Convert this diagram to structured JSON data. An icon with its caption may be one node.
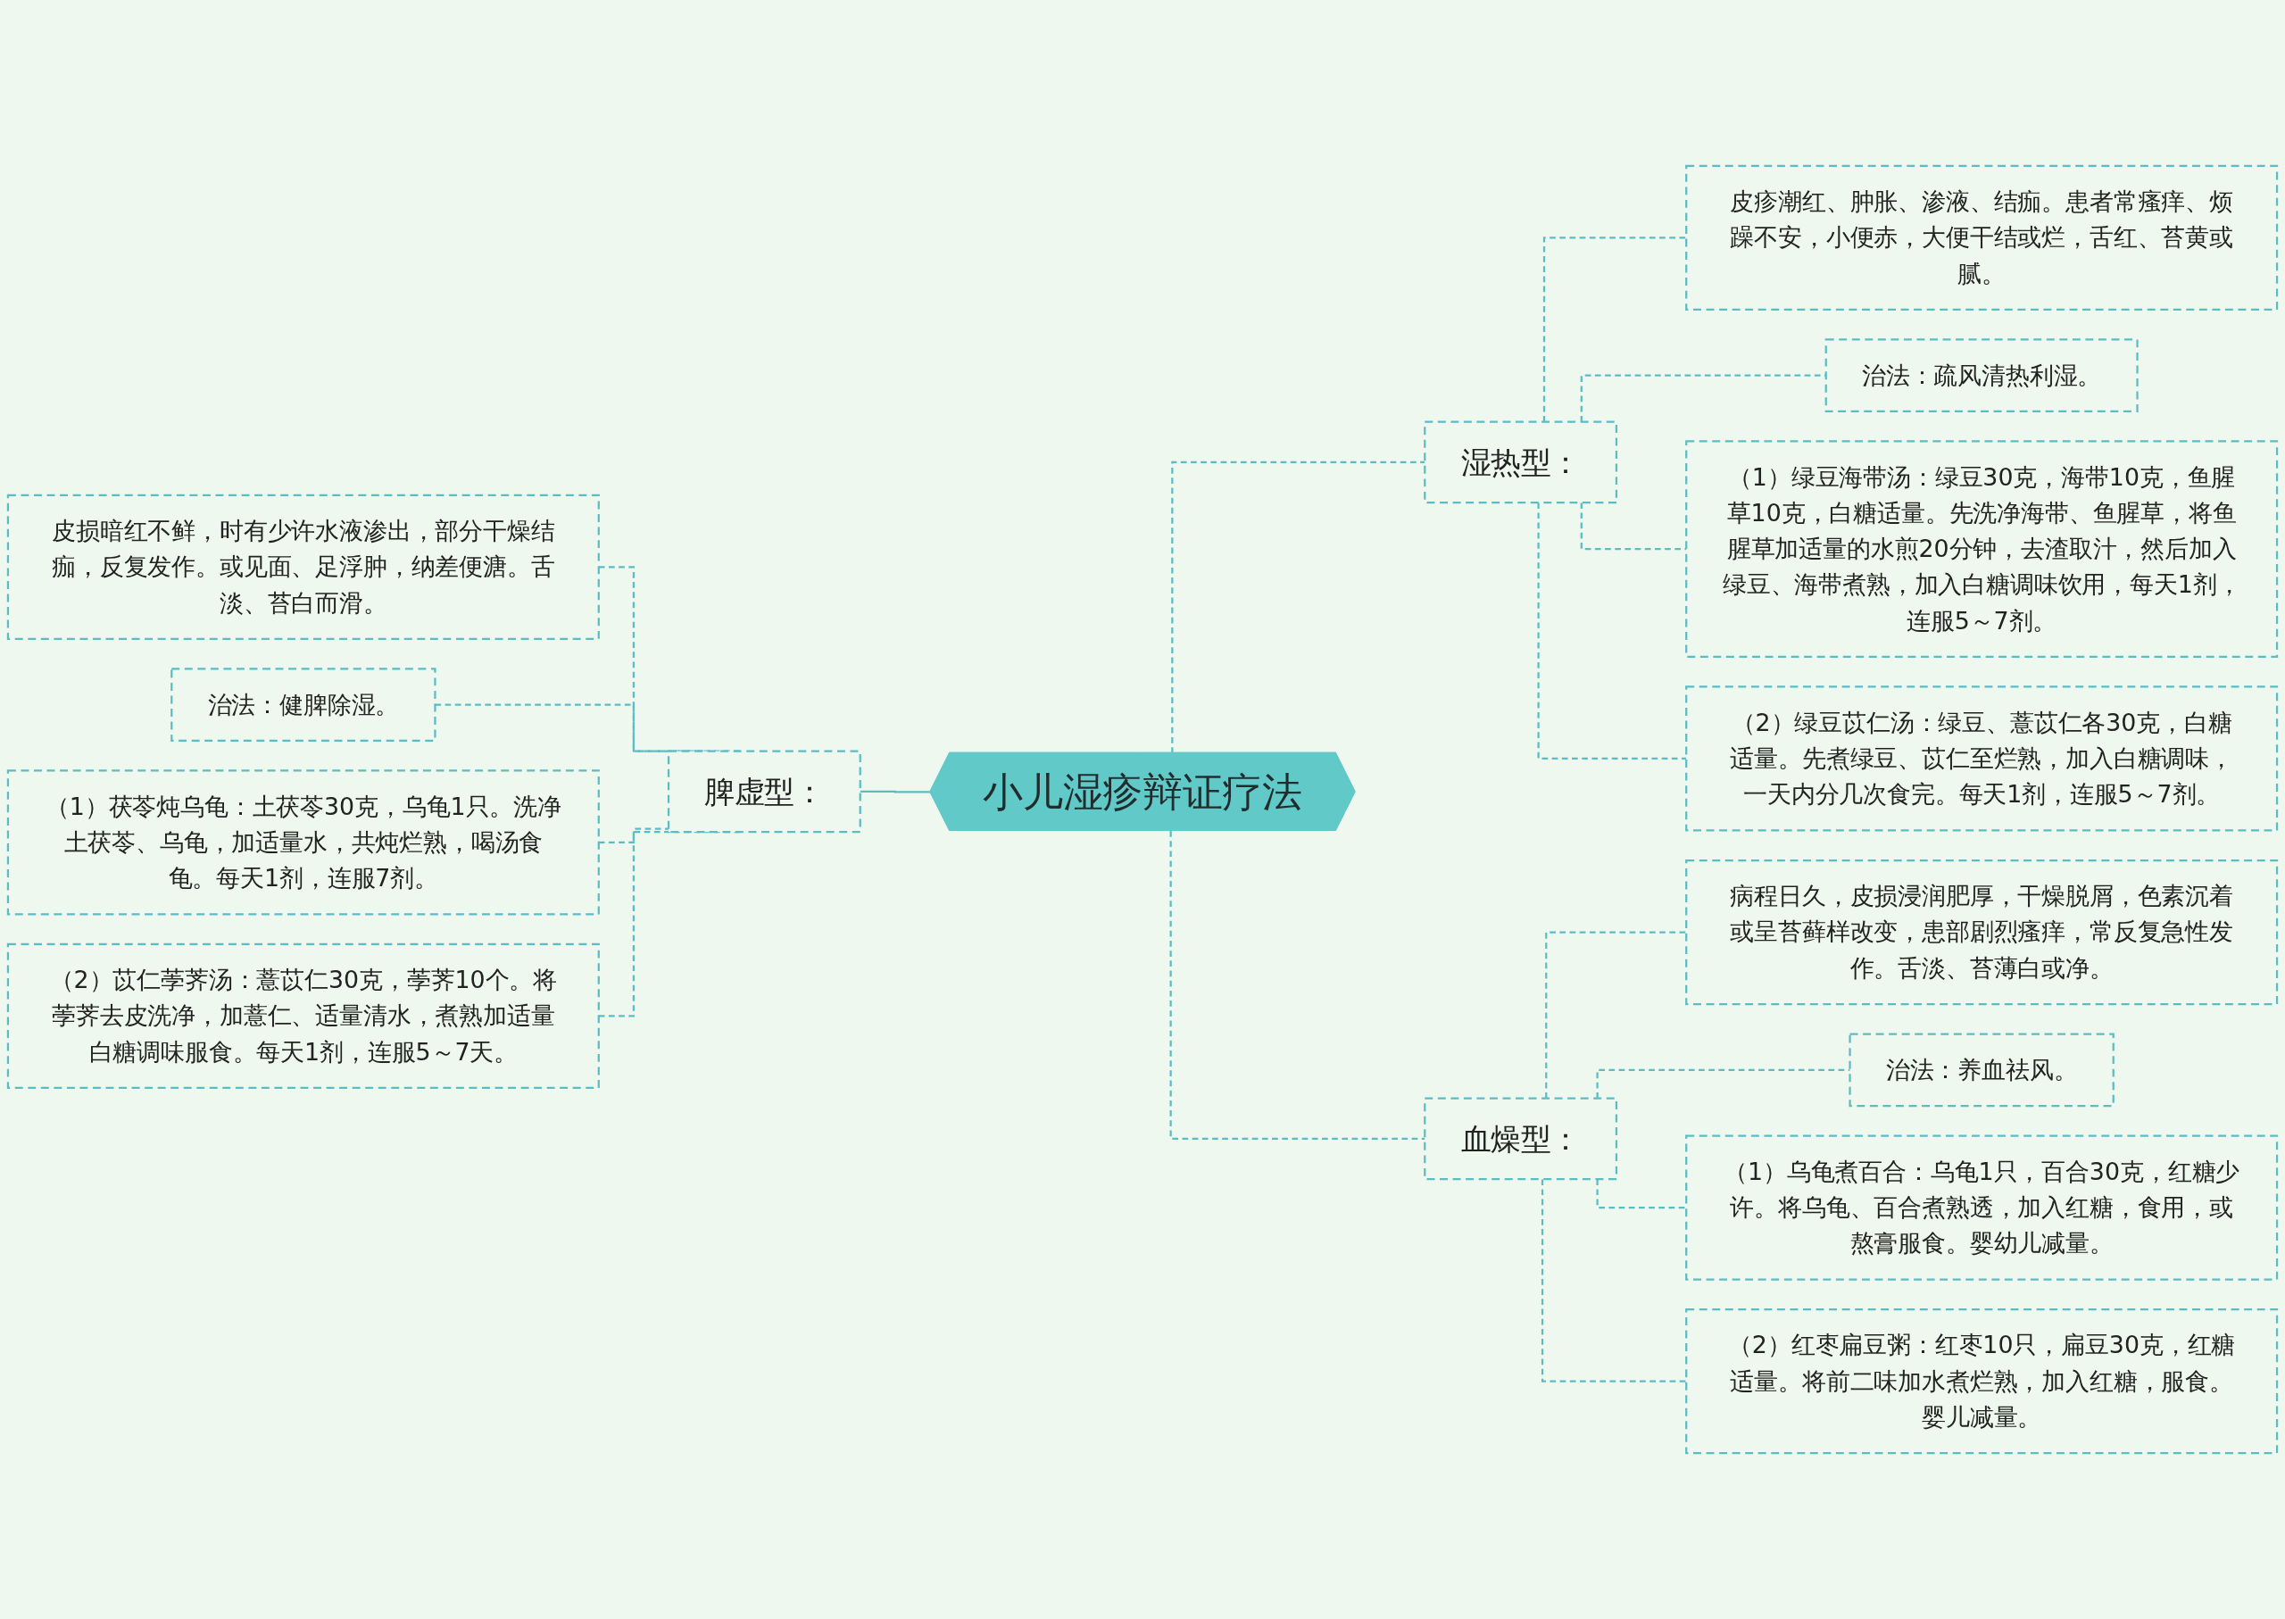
{
  "diagram": {
    "nodes": [
      {
        "text": [
          "小儿湿疹辩证疗法"
        ]
      },
      {
        "text": [
          "脾虚型："
        ]
      },
      {
        "text": [
          "皮损暗红不鲜，时有少许水液渗出，部分干燥结痂，反复发作。或见面、足浮肿，纳差便溏。舌淡、苔白而滑。"
        ]
      },
      {
        "text": [
          "治法：健脾除湿。"
        ]
      },
      {
        "text": [
          "（1）茯苓炖乌龟：土茯苓30克，乌龟1只。洗净土茯苓、乌龟，加适量水，共炖烂熟，喝汤食龟。每天1剂，连服7剂。"
        ]
      },
      {
        "text": [
          "（2）苡仁荸荠汤：薏苡仁30克，荸荠10个。将荸荠去皮洗净，加薏仁、适量清水，煮熟加适量白糖调味服食。每天1剂，连服5～7天。"
        ]
      },
      {
        "text": [
          "湿热型："
        ]
      },
      {
        "text": [
          "皮疹潮红、肿胀、渗液、结痂。患者常瘙痒、烦躁不安，小便赤，大便干结或烂，舌红、苔黄或腻。"
        ]
      },
      {
        "text": [
          "治法：疏风清热利湿。"
        ]
      },
      {
        "text": [
          "（1）绿豆海带汤：绿豆30克，海带10克，鱼腥草10克，白糖适量。先洗净海带、鱼腥草，将鱼腥草加适量的水煎20分钟，去渣取汁，然后加入绿豆、海带煮熟，加入白糖调味饮用，每天1剂，连服5～7剂。"
        ]
      },
      {
        "text": [
          "（2）绿豆苡仁汤：绿豆、薏苡仁各30克，白糖适量。先煮绿豆、苡仁至烂熟，加入白糖调味，一天内分几次食完。每天1剂，连服5～7剂。"
        ]
      },
      {
        "text": [
          "血燥型："
        ]
      },
      {
        "text": [
          "病程日久，皮损浸润肥厚，干燥脱屑，色素沉着或呈苔藓样改变，患部剧烈瘙痒，常反复急性发作。舌淡、苔薄白或净。"
        ]
      },
      {
        "text": [
          "治法：养血祛风。"
        ]
      },
      {
        "text": [
          "（1）乌龟煮百合：乌龟1只，百合30克，红糖少许。将乌龟、百合煮熟透，加入红糖，食用，或熬膏服食。婴幼儿减量。"
        ]
      },
      {
        "text": [
          "（2）红枣扁豆粥：红枣10只，扁豆30克，红糖适量。将前二味加水煮烂熟，加入红糖，服食。婴儿减量。"
        ]
      }
    ],
    "edges": [
      {
        "from": 2,
        "to": 1,
        "arrow": "none",
        "style": "dashed"
      },
      {
        "from": 3,
        "to": 1,
        "arrow": "none",
        "style": "dashed"
      },
      {
        "from": 4,
        "to": 1,
        "arrow": "none",
        "style": "dashed"
      },
      {
        "from": 5,
        "to": 1,
        "arrow": "none",
        "style": "dashed"
      },
      {
        "from": 1,
        "to": 0,
        "arrow": "none"
      },
      {
        "from": 0,
        "to": 6,
        "arrow": "none",
        "style": "dashed"
      },
      {
        "from": 6,
        "to": 7,
        "arrow": "none",
        "style": "dashed"
      },
      {
        "from": 6,
        "to": 8,
        "arrow": "none",
        "style": "dashed"
      },
      {
        "from": 6,
        "to": 9,
        "arrow": "none",
        "style": "dashed"
      },
      {
        "from": 6,
        "to": 10,
        "arrow": "none",
        "style": "dashed"
      },
      {
        "from": 0,
        "to": 11,
        "arrow": "none",
        "style": "dashed"
      },
      {
        "from": 11,
        "to": 12,
        "arrow": "none",
        "style": "dashed"
      },
      {
        "from": 11,
        "to": 13,
        "arrow": "none",
        "style": "dashed"
      },
      {
        "from": 11,
        "to": 14,
        "arrow": "none",
        "style": "dashed"
      },
      {
        "from": 11,
        "to": 15,
        "arrow": "none",
        "style": "dashed"
      }
    ]
  }
}
